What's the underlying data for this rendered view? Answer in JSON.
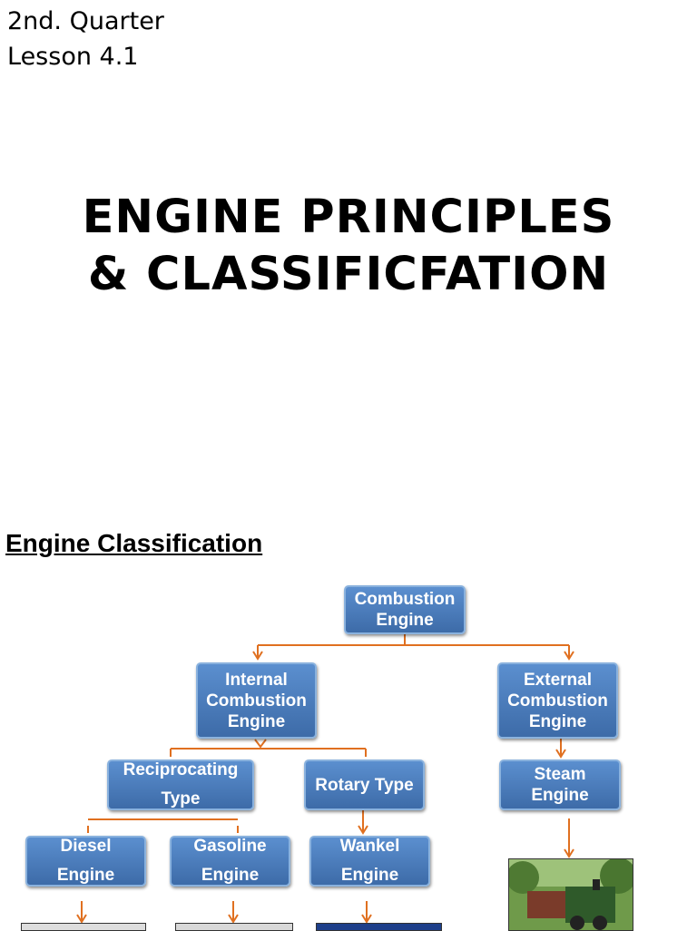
{
  "header": {
    "quarter": "2nd. Quarter",
    "lesson": "Lesson 4.1"
  },
  "title": {
    "line1": "ENGINE PRINCIPLES",
    "line2": "& CLASSIFICFATION"
  },
  "section": {
    "heading": "Engine Classification"
  },
  "diagram": {
    "nodes": {
      "combustion": "Combustion\nEngine",
      "internal": "Internal\nCombustion\nEngine",
      "external": "External\nCombustion\nEngine",
      "reciprocating": "Reciprocating\nType",
      "rotary": "Rotary Type",
      "steam": "Steam\nEngine",
      "diesel": "Diesel\nEngine",
      "gasoline": "Gasoline\nEngine",
      "wankel": "Wankel\nEngine"
    },
    "colors": {
      "node_fill": "#4a7bbd",
      "connector": "#e07020"
    }
  }
}
